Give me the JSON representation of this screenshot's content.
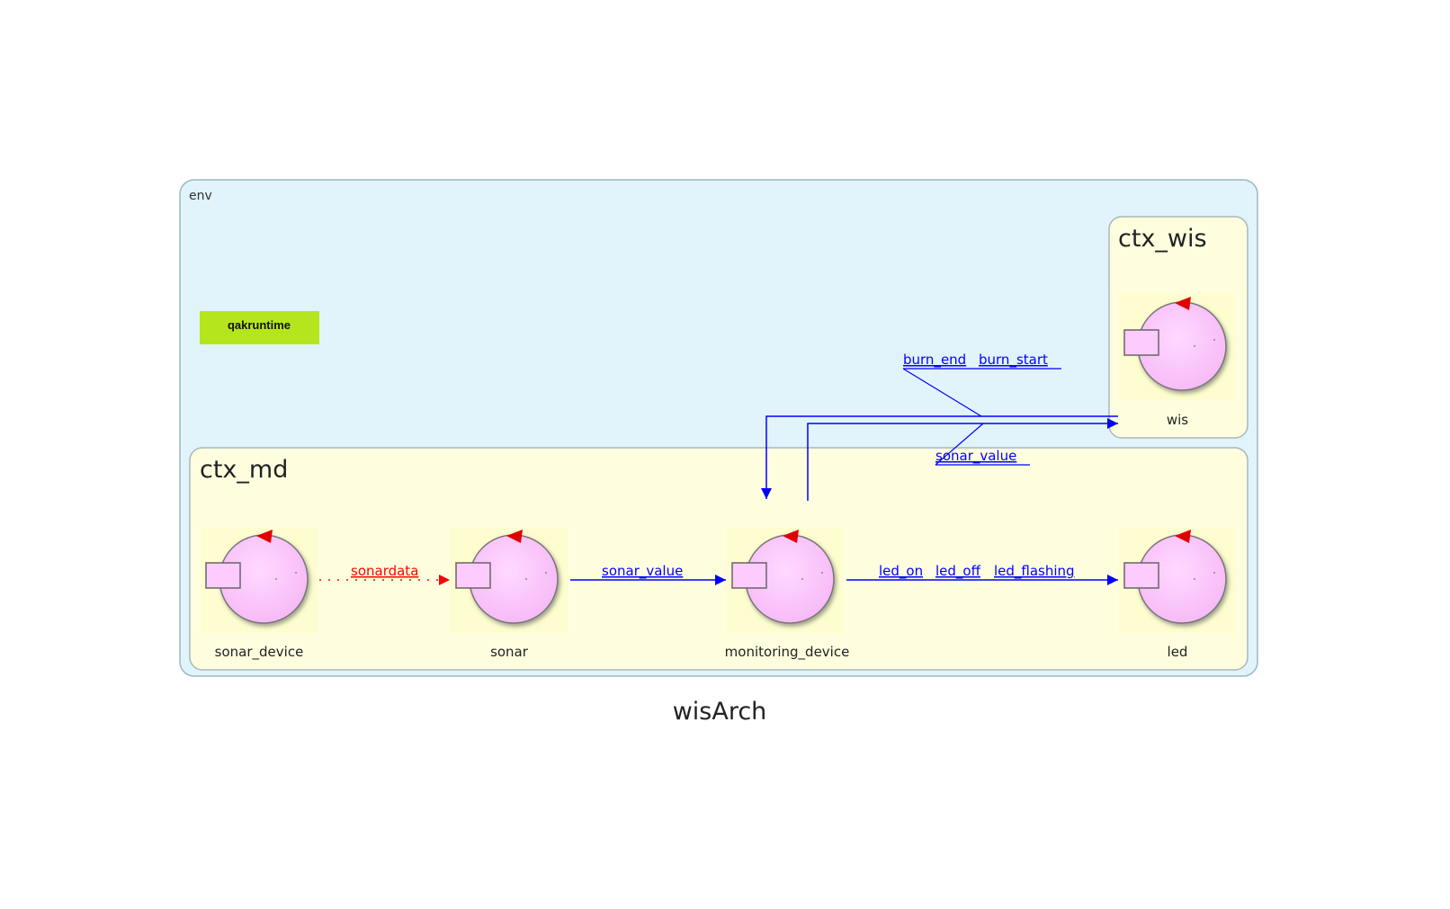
{
  "diagram": {
    "title": "wisArch",
    "environment": {
      "label": "env"
    },
    "runtime_box": {
      "label": "qakruntime",
      "color": "#b5e61d"
    },
    "contexts": [
      {
        "id": "ctx_wis",
        "label": "ctx_wis"
      },
      {
        "id": "ctx_md",
        "label": "ctx_md"
      }
    ],
    "actors": [
      {
        "id": "wis",
        "label": "wis",
        "context": "ctx_wis",
        "icon": "actor-icon"
      },
      {
        "id": "sonar_device",
        "label": "sonar_device",
        "context": "ctx_md",
        "icon": "actor-icon"
      },
      {
        "id": "sonar",
        "label": "sonar",
        "context": "ctx_md",
        "icon": "actor-icon"
      },
      {
        "id": "monitoring_device",
        "label": "monitoring_device",
        "context": "ctx_md",
        "icon": "actor-icon"
      },
      {
        "id": "led",
        "label": "led",
        "context": "ctx_md",
        "icon": "actor-icon"
      }
    ],
    "edges": [
      {
        "from": "sonar_device",
        "to": "sonar",
        "labels": [
          "sonardata"
        ],
        "style": "dotted",
        "color": "#ff0000"
      },
      {
        "from": "sonar",
        "to": "monitoring_device",
        "labels": [
          "sonar_value"
        ],
        "style": "solid",
        "color": "#0000ff"
      },
      {
        "from": "monitoring_device",
        "to": "led",
        "labels": [
          "led_on",
          "led_off",
          "led_flashing"
        ],
        "style": "solid",
        "color": "#0000ff"
      },
      {
        "from": "wis",
        "to": "monitoring_device",
        "labels": [
          "burn_end",
          "burn_start"
        ],
        "style": "solid",
        "color": "#0000ff"
      },
      {
        "from": "monitoring_device",
        "to": "wis",
        "labels": [
          "sonar_value"
        ],
        "style": "solid",
        "color": "#0000ff"
      }
    ],
    "colors": {
      "env_fill": "#e1f4fb",
      "context_fill": "#fefedf",
      "actor_fill": "#fdcbfd",
      "actor_backdrop": "#fdfdcf",
      "event_color": "#0000ff",
      "stream_color": "#ff0000"
    }
  }
}
